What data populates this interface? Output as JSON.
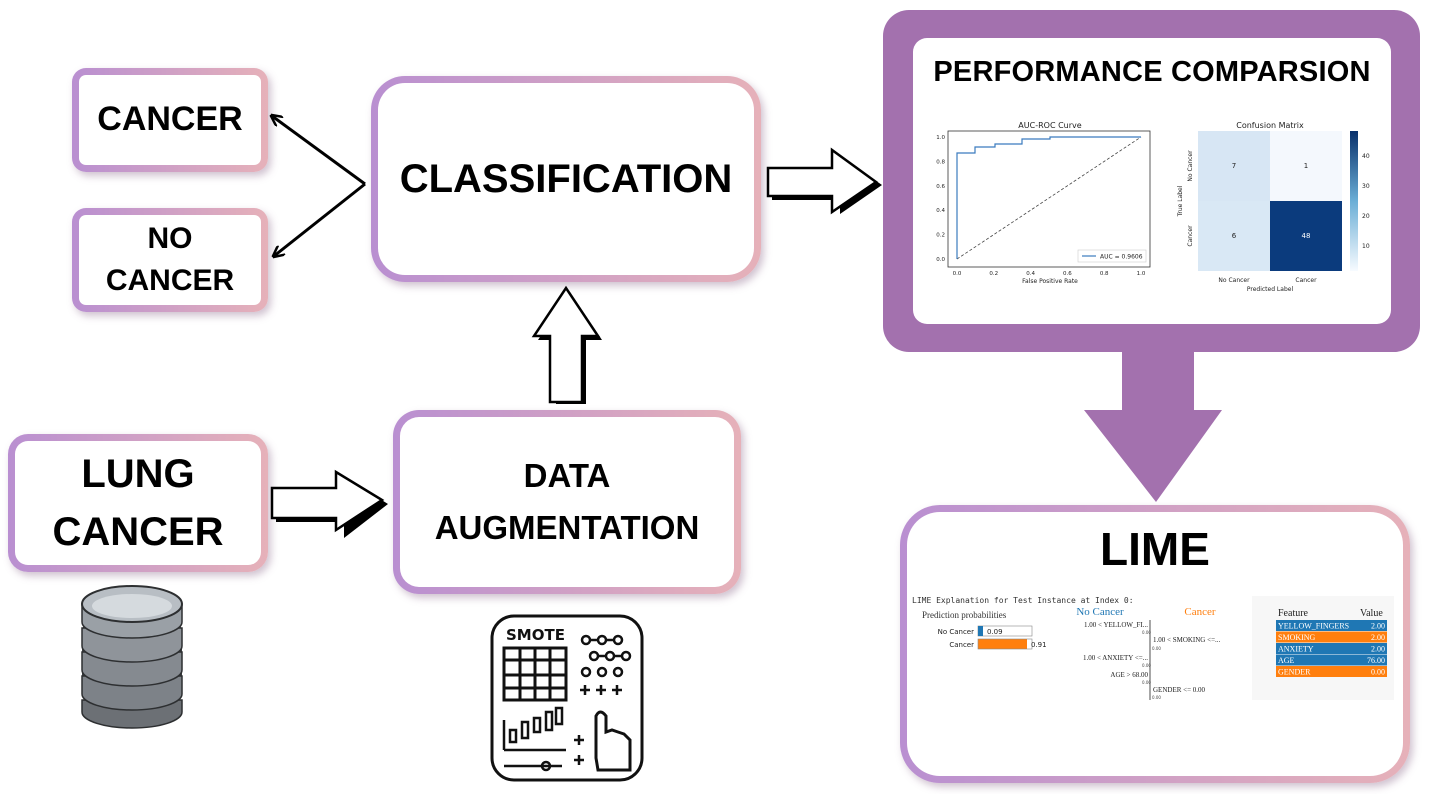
{
  "nodes": {
    "cancer": "CANCER",
    "no_cancer_line1": "NO",
    "no_cancer_line2": "CANCER",
    "classification": "CLASSIFICATION",
    "lung_line1": "LUNG",
    "lung_line2": "CANCER",
    "aug_line1": "DATA",
    "aug_line2": "AUGMENTATION",
    "performance": "PERFORMANCE COMPARSION",
    "lime": "LIME",
    "smote": "SMOTE"
  },
  "colors": {
    "accent": "#a371ae",
    "border_left": "#b98fd1",
    "border_right": "#e6b1b9"
  },
  "icons": [
    "database-icon",
    "smote-icon"
  ],
  "roc": {
    "title": "AUC-ROC Curve",
    "xlabel": "False Positive Rate",
    "legend": "AUC = 0.9606",
    "ticks": [
      "0.0",
      "0.2",
      "0.4",
      "0.6",
      "0.8",
      "1.0"
    ]
  },
  "cm": {
    "title": "Confusion Matrix",
    "ylabel": "True Label",
    "xlabel": "Predicted Label",
    "classes": [
      "No Cancer",
      "Cancer"
    ],
    "cells": [
      "7",
      "1",
      "6",
      "48"
    ],
    "cbar": [
      "40",
      "30",
      "20",
      "10"
    ]
  },
  "lime_panel": {
    "header": "LIME Explanation for Test Instance at Index 0:",
    "pred_title": "Prediction probabilities",
    "no_cancer_label": "No Cancer",
    "cancer_label": "Cancer",
    "no_cancer_prob": "0.09",
    "cancer_prob": "0.91",
    "col_no": "No Cancer",
    "col_yes": "Cancer",
    "rules": [
      "1.00 < YELLOW_FI...",
      "1.00 < SMOKING <=...",
      "1.00 < ANXIETY <=...",
      "AGE > 68.00",
      "GENDER <= 0.00"
    ],
    "rule_vals": [
      "0.00",
      "0.00",
      "0.00",
      "0.00",
      "0.00"
    ],
    "feat_head": "Feature",
    "val_head": "Value",
    "features": [
      {
        "name": "YELLOW_FINGERS",
        "value": "2.00"
      },
      {
        "name": "SMOKING",
        "value": "2.00"
      },
      {
        "name": "ANXIETY",
        "value": "2.00"
      },
      {
        "name": "AGE",
        "value": "76.00"
      },
      {
        "name": "GENDER",
        "value": "0.00"
      }
    ]
  }
}
